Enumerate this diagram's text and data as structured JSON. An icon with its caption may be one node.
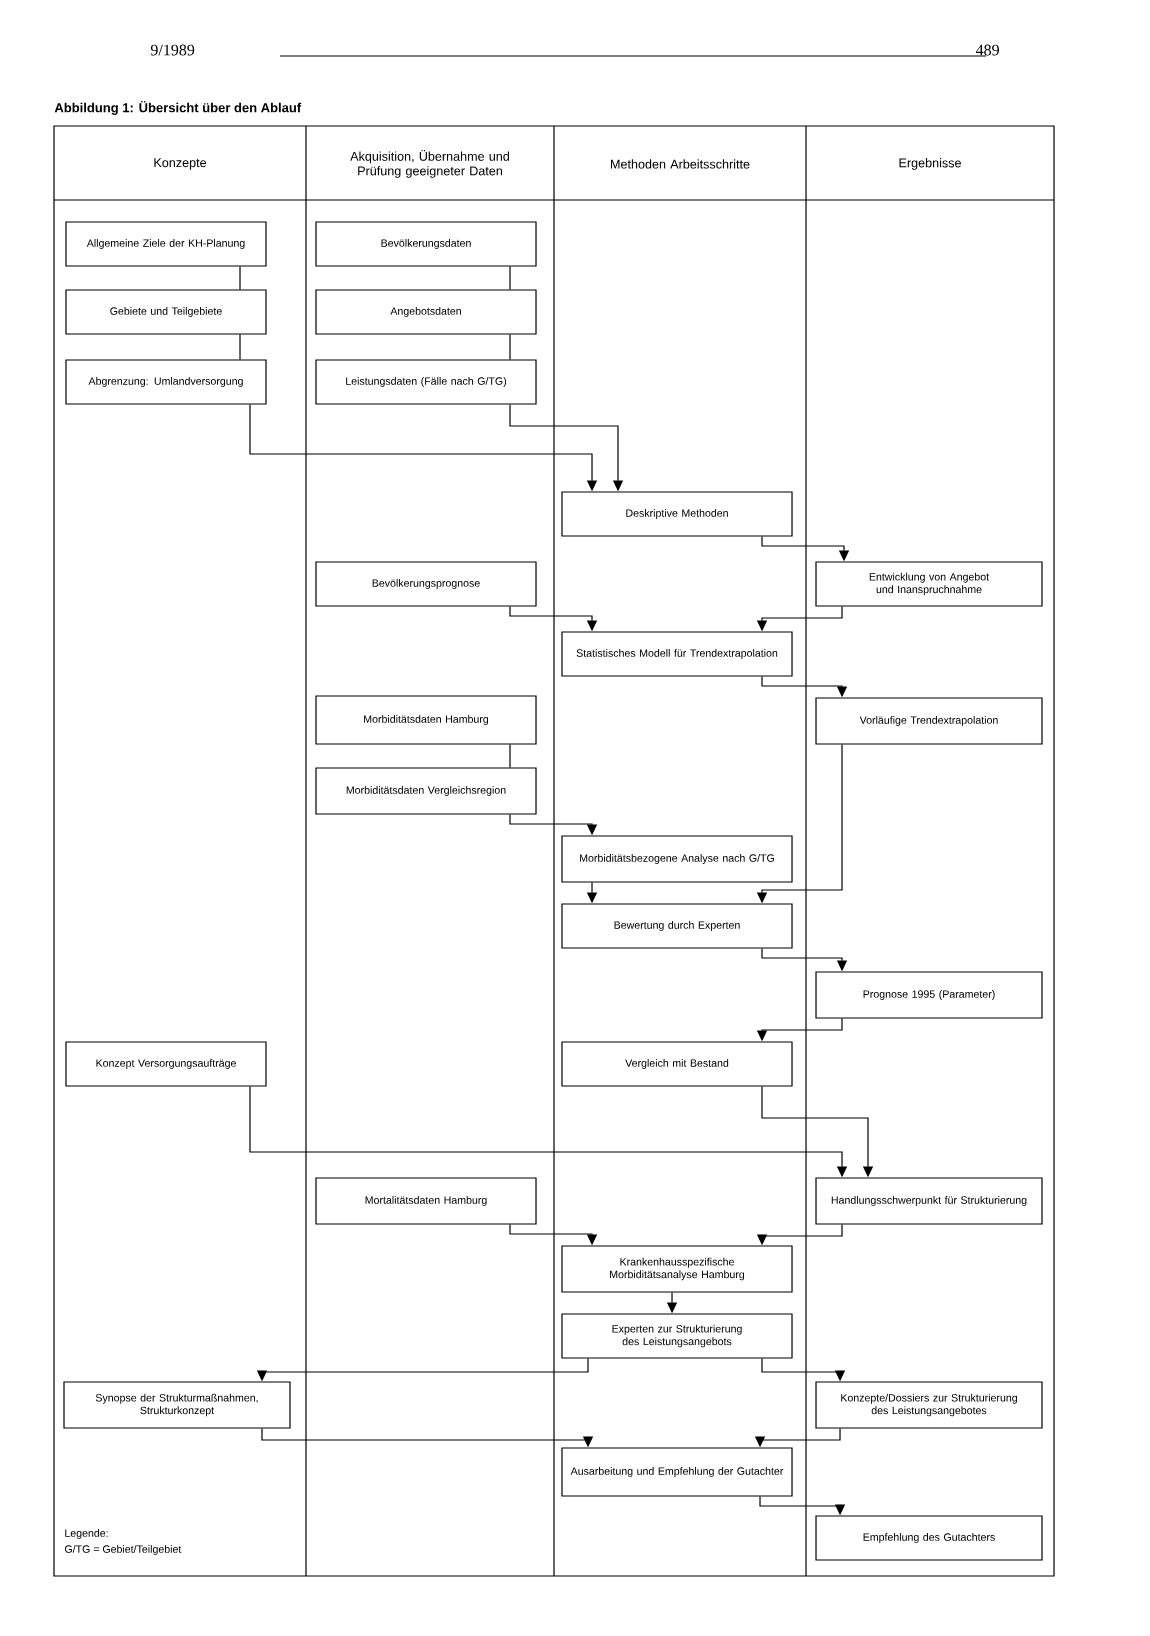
{
  "diagram": {
    "title": "Abbildung 1: Übersicht über den Ablauf",
    "nodes": [
      {
        "text": [
          "Allgemeine Ziele der KH-Planung"
        ]
      },
      {
        "text": [
          "Gebiete und Teilgebiete"
        ]
      },
      {
        "text": [
          "Abgrenzung: Umlandversorgung"
        ]
      },
      {
        "text": [
          "Bevölkerungsdaten"
        ]
      },
      {
        "text": [
          "Angebotsdaten"
        ]
      },
      {
        "text": [
          "Leistungsdaten (Fälle nach G/TG)"
        ]
      },
      {
        "text": [
          "Deskriptive Methoden"
        ]
      },
      {
        "text": [
          "Entwicklung von Angebot und Inanspruchnahme"
        ]
      },
      {
        "text": [
          "Bevölkerungsprognose"
        ]
      },
      {
        "text": [
          "Statistisches Modell für Trendextrapolation"
        ]
      },
      {
        "text": [
          "Vorläufige Trendextrapolation"
        ]
      },
      {
        "text": [
          "Morbiditätsdaten Hamburg"
        ]
      },
      {
        "text": [
          "Morbiditätsdaten Vergleichsregion"
        ]
      },
      {
        "text": [
          "Morbiditätsbezogene Analyse nach G/TG"
        ]
      },
      {
        "text": [
          "Bewertung durch Experten"
        ]
      },
      {
        "text": [
          "Prognose 1995 (Parameter)"
        ]
      },
      {
        "text": [
          "Konzept Versorgungsaufträge"
        ]
      },
      {
        "text": [
          "Vergleich mit Bestand"
        ]
      },
      {
        "text": [
          "Handlungsschwerpunkt für Strukturierung"
        ]
      },
      {
        "text": [
          "Mortalitätsdaten Hamburg"
        ]
      },
      {
        "text": [
          "Krankenhausspezifische Morbiditätsanalyse Hamburg"
        ]
      },
      {
        "text": [
          "Experten zur Strukturierung des Leistungsangebots"
        ]
      },
      {
        "text": [
          "Synopse der Strukturmaßnahmen, Strukturkonzept"
        ]
      },
      {
        "text": [
          "Konzepte/Dossiers zur Strukturierung des Leistungsangebotes"
        ]
      },
      {
        "text": [
          "Ausarbeitung und Empfehlung der Gutachter"
        ]
      },
      {
        "text": [
          "Empfehlung des Gutachters"
        ]
      }
    ],
    "edges": [
      {
        "from": 0,
        "to": 1,
        "arrow": "none"
      },
      {
        "from": 1,
        "to": 2,
        "arrow": "none"
      },
      {
        "from": 3,
        "to": 4,
        "arrow": "none"
      },
      {
        "from": 4,
        "to": 5,
        "arrow": "none"
      },
      {
        "from": 2,
        "to": 6,
        "arrow": "to"
      },
      {
        "from": 5,
        "to": 6,
        "arrow": "to"
      },
      {
        "from": 6,
        "to": 7,
        "arrow": "to"
      },
      {
        "from": 7,
        "to": 9,
        "arrow": "to"
      },
      {
        "from": 8,
        "to": 9,
        "arrow": "to"
      },
      {
        "from": 9,
        "to": 10,
        "arrow": "to"
      },
      {
        "from": 11,
        "to": 12,
        "arrow": "none"
      },
      {
        "from": 12,
        "to": 13,
        "arrow": "to"
      },
      {
        "from": 10,
        "to": 14,
        "arrow": "to"
      },
      {
        "from": 13,
        "to": 14,
        "arrow": "to"
      },
      {
        "from": 14,
        "to": 15,
        "arrow": "to"
      },
      {
        "from": 15,
        "to": 17,
        "arrow": "to"
      },
      {
        "from": 16,
        "to": 18,
        "arrow": "to"
      },
      {
        "from": 17,
        "to": 18,
        "arrow": "to"
      },
      {
        "from": 18,
        "to": 20,
        "arrow": "to"
      },
      {
        "from": 19,
        "to": 20,
        "arrow": "to"
      },
      {
        "from": 20,
        "to": 21,
        "arrow": "to"
      },
      {
        "from": 21,
        "to": 22,
        "arrow": "to"
      },
      {
        "from": 21,
        "to": 23,
        "arrow": "to"
      },
      {
        "from": 22,
        "to": 24,
        "arrow": "to"
      },
      {
        "from": 23,
        "to": 24,
        "arrow": "to"
      },
      {
        "from": 24,
        "to": 25,
        "arrow": "to"
      }
    ],
    "labels": [
      "9/1989",
      "489",
      "Konzepte",
      "Akquisition, Übernahme und Prüfung geeigneter Daten",
      "Methoden Arbeitsschritte",
      "Ergebnisse",
      "Legende:",
      "G/TG = Gebiet/Teilgebiet"
    ]
  }
}
